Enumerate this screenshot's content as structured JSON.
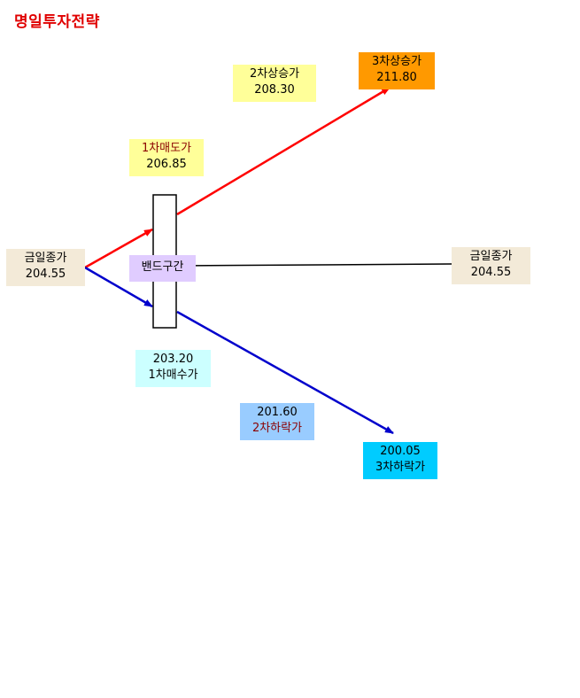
{
  "title": "명일투자전략",
  "colors": {
    "title": "#e00000",
    "up_line": "#ff0000",
    "down_line": "#0000cc",
    "close_bg": "#f3ead8",
    "sell1_bg": "#ffff99",
    "up2_bg": "#ffff99",
    "up3_bg": "#ff9900",
    "band_bg": "#e0ccff",
    "buy1_bg": "#ccffff",
    "down2_bg": "#99ccff",
    "down3_bg": "#00ccff"
  },
  "nodes": {
    "today_close_left": {
      "label": "금일종가",
      "value": "204.55"
    },
    "today_close_right": {
      "label": "금일종가",
      "value": "204.55"
    },
    "band": {
      "label": "밴드구간"
    },
    "sell1": {
      "label": "1차매도가",
      "value": "206.85"
    },
    "up2": {
      "label": "2차상승가",
      "value": "208.30"
    },
    "up3": {
      "label": "3차상승가",
      "value": "211.80"
    },
    "buy1": {
      "label": "1차매수가",
      "value": "203.20"
    },
    "down2": {
      "label": "2차하락가",
      "value": "201.60"
    },
    "down3": {
      "label": "3차하락가",
      "value": "200.05"
    }
  }
}
